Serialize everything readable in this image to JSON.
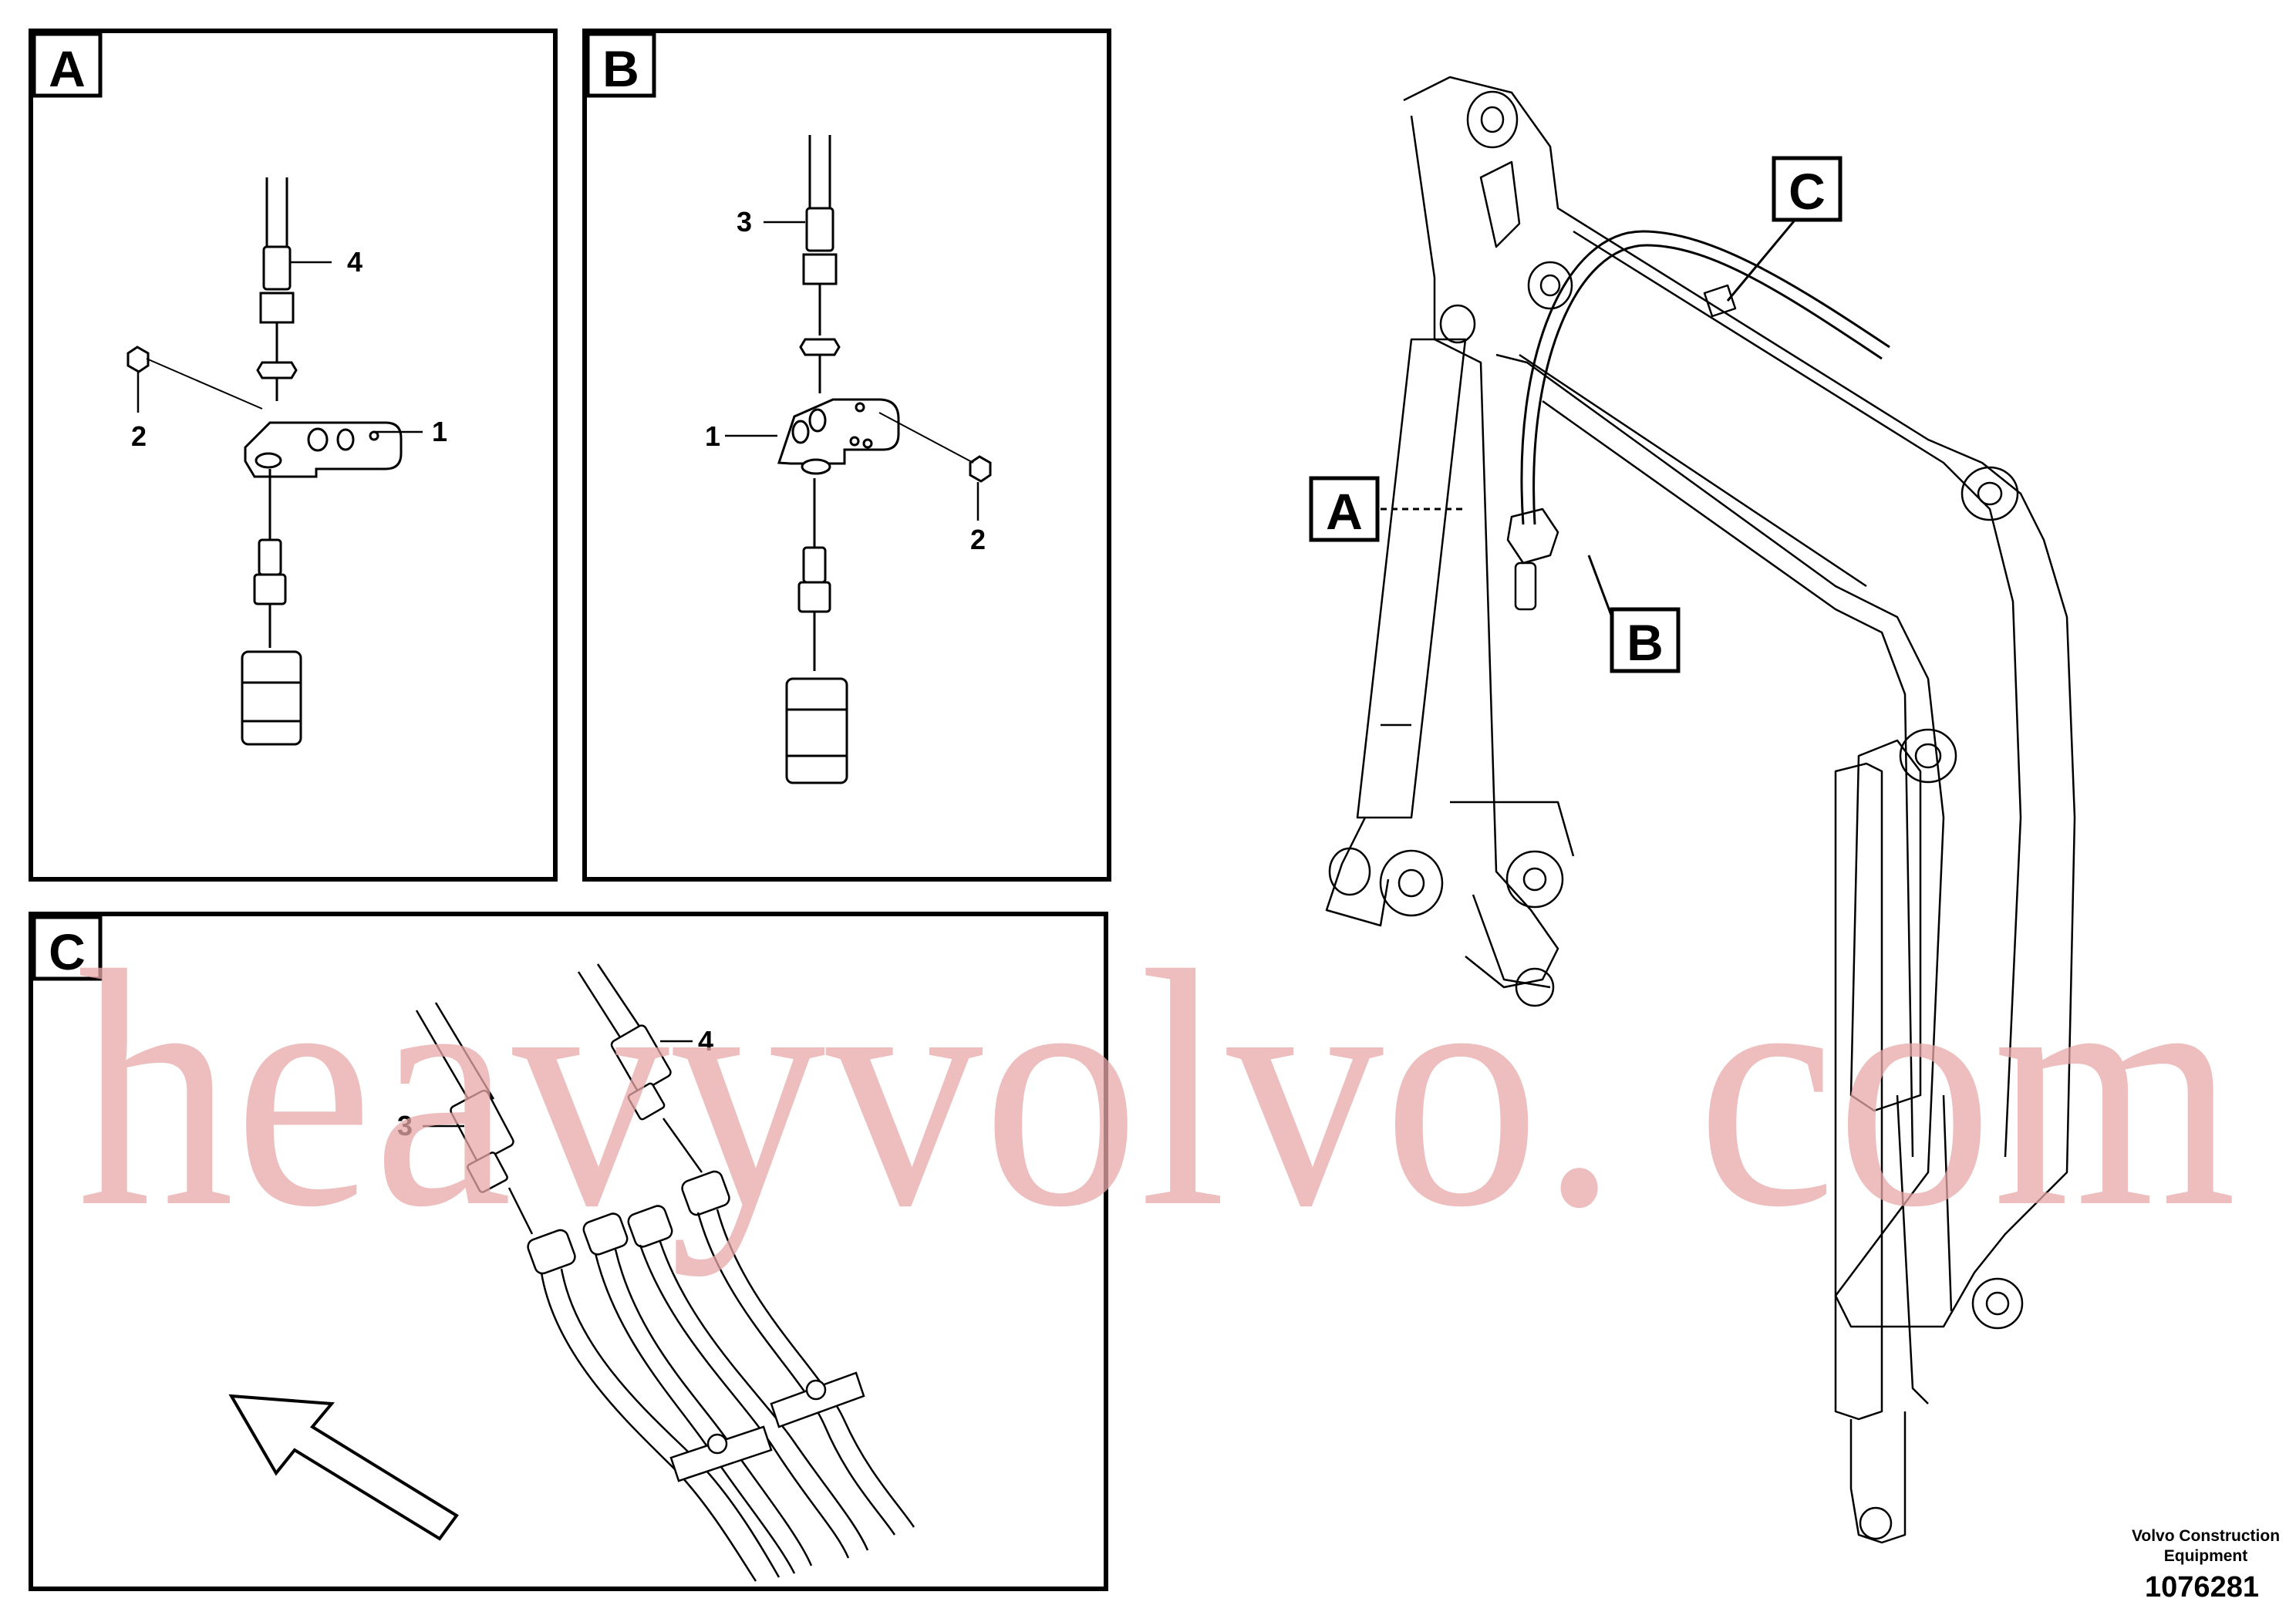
{
  "panels": {
    "a": {
      "letter": "A",
      "callouts": {
        "c4": "4",
        "c2": "2",
        "c1": "1"
      }
    },
    "b": {
      "letter": "B",
      "callouts": {
        "c3": "3",
        "c1": "1",
        "c2": "2"
      }
    },
    "c": {
      "letter": "C",
      "callouts": {
        "c3": "3",
        "c4": "4"
      }
    }
  },
  "overview": {
    "label_a": "A",
    "label_b": "B",
    "label_c": "C"
  },
  "watermark": "heavyvolvo. com",
  "footer": {
    "company_line1": "Volvo Construction",
    "company_line2": "Equipment",
    "drawing_number": "1076281"
  },
  "colors": {
    "line": "#000000",
    "watermark": "#e8a8a8"
  }
}
